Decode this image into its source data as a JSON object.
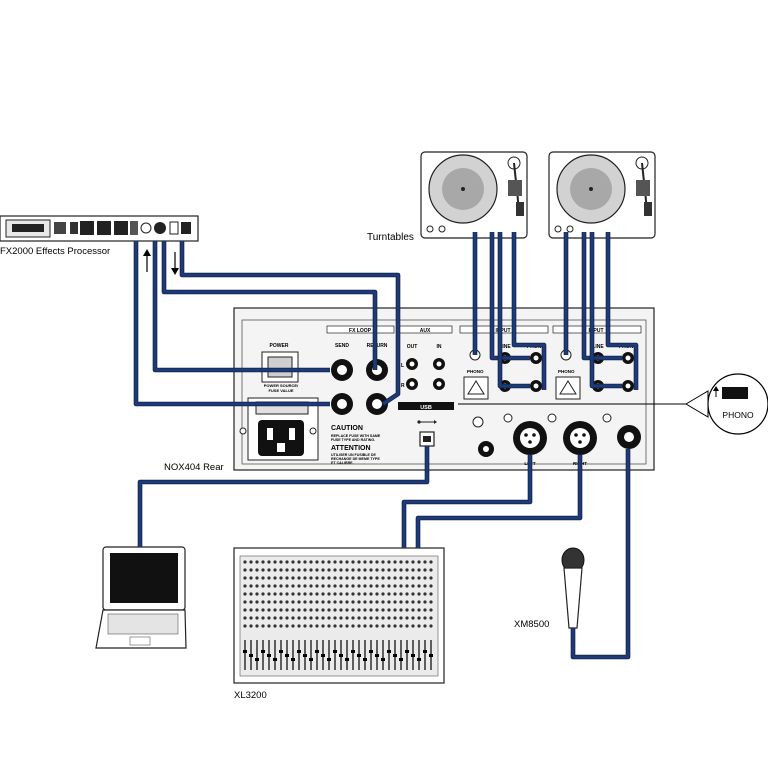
{
  "labels": {
    "effects": "FX2000 Effects Processor",
    "turntables": "Turntables",
    "mixer_rear": "NOX404 Rear",
    "console": "XL3200",
    "microphone": "XM8500",
    "phono_callout": "PHONO"
  },
  "panel": {
    "power": "POWER",
    "fx_loop": "FX LOOP",
    "send": "SEND",
    "return": "RETURN",
    "aux": "AUX",
    "out": "OUT",
    "in": "IN",
    "input_1": "INPUT",
    "input_2": "INPUT",
    "line_1": "LINE",
    "line_2": "LINE",
    "phono_1": "PHONO",
    "phono_2": "PHONO",
    "phono_sw_1": "PHONO",
    "phono_sw_2": "PHONO",
    "power_source": "POWER SOURCE/",
    "fuse_value": "FUSE VALUE",
    "usb": "USB",
    "caution_title": "CAUTION",
    "caution_line1": "REPLACE FUSE WITH SAME",
    "caution_line2": "FUSE TYPE AND RATING.",
    "attention_title": "ATTENTION",
    "attention_line1": "UTILISER UN FUSIBLE DE",
    "attention_line2": "RECHANGE DE MEME TYPE",
    "attention_line3": "ET CALIBRE.",
    "left": "LEFT",
    "right": "RIGHT",
    "l": "L",
    "r": "R"
  },
  "colors": {
    "cable": "#1e3a78",
    "cable_edge": "#0d1c3d",
    "outline": "#222222",
    "panel_fill": "#f4f4f4"
  },
  "icons": {
    "send_arrow": "arrow-up-icon",
    "return_arrow": "arrow-down-icon",
    "usb_symbol": "usb-icon"
  }
}
